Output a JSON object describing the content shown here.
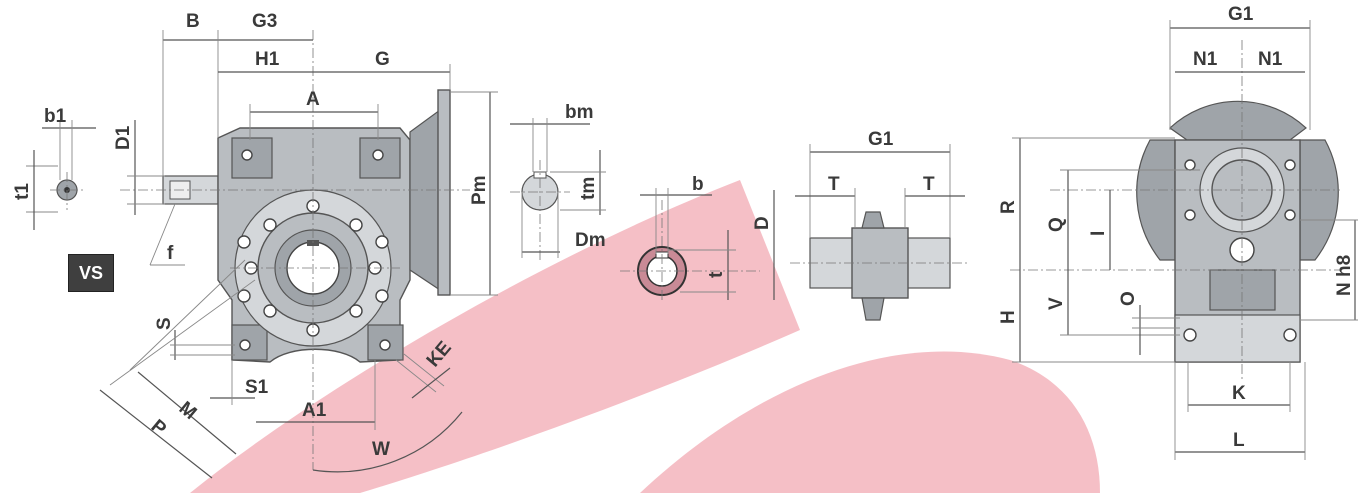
{
  "badge": "VS",
  "labels": {
    "B": "B",
    "G3": "G3",
    "H1": "H1",
    "G": "G",
    "A": "A",
    "D1": "D1",
    "b1": "b1",
    "t1": "t1",
    "f": "f",
    "Pm": "Pm",
    "bm": "bm",
    "tm": "tm",
    "Dm": "Dm",
    "S": "S",
    "S1": "S1",
    "M": "M",
    "P": "P",
    "A1": "A1",
    "KE": "KE",
    "W": "W",
    "b": "b",
    "t": "t",
    "D": "D",
    "G1_mid": "G1",
    "T_left": "T",
    "T_right": "T",
    "G1_right": "G1",
    "N1_left": "N1",
    "N1_right": "N1",
    "R": "R",
    "Q": "Q",
    "I": "I",
    "H": "H",
    "V": "V",
    "O": "O",
    "Nh8": "N h8",
    "K": "K",
    "L": "L"
  },
  "colors": {
    "watermark": "#f2a9b3",
    "housing": "#b9bdc1",
    "ring": "#c98a96"
  }
}
